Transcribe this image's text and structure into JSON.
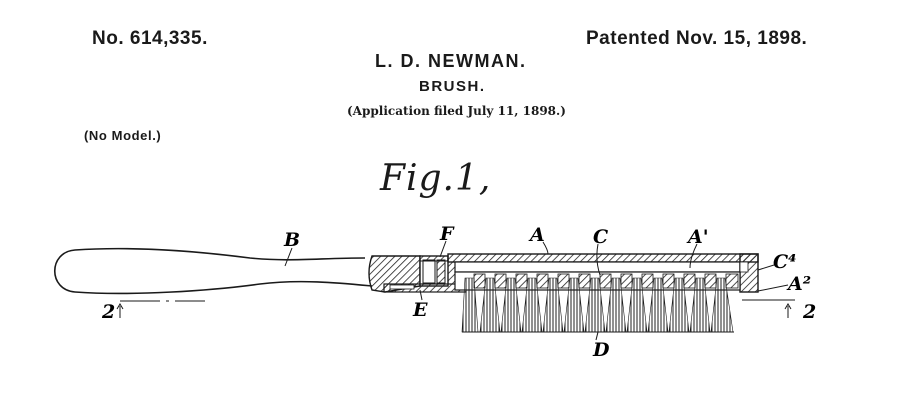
{
  "header": {
    "patent_number": "No. 614,335.",
    "patent_date": "Patented Nov. 15, 1898.",
    "inventor": "L. D. NEWMAN.",
    "title": "BRUSH.",
    "application": "(Application filed July 11, 1898.)",
    "model_note": "(No Model.)"
  },
  "figure": {
    "label": "Fig.1,",
    "reference_labels": {
      "handle": "B",
      "head_back": "A",
      "channel": "A'",
      "end_cap": "A²",
      "bristle_block": "C",
      "end_wall": "C⁴",
      "bristles": "D",
      "slide_plate": "E",
      "latch": "F",
      "section_left": "2",
      "section_right": "2"
    }
  }
}
